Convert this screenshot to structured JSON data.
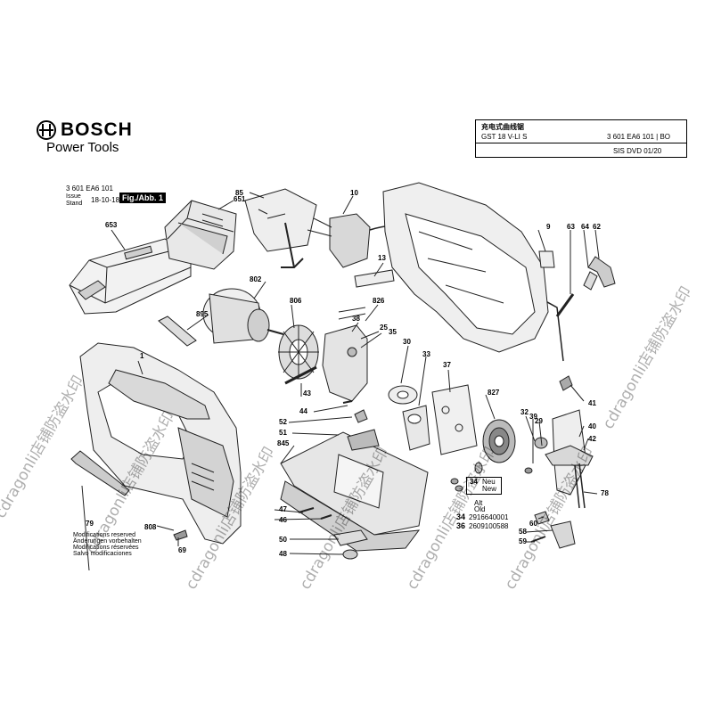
{
  "header": {
    "brand": "BOSCH",
    "subtitle": "Power Tools",
    "title_cn": "充电式曲线锯",
    "model": "GST 18 V-LI S",
    "doc_number": "3 601 EA6 101 | BO",
    "sis": "SIS DVD 01/20"
  },
  "meta": {
    "part_no": "3 601 EA6 101",
    "issue_label": "Issue",
    "stand_label": "Stand",
    "date": "18-10-18",
    "fig_label": "Fig./Abb. 1"
  },
  "notes": {
    "neu_no": "34",
    "neu_text_1": "Neu",
    "neu_text_2": "New",
    "alt_1": "Alt",
    "alt_2": "Old",
    "old_34": "34",
    "old_34_part": "2916640001",
    "old_36": "36",
    "old_36_part": "2609100588"
  },
  "modifications": [
    "Modifications reserved",
    "Änderungen vorbehalten",
    "Modifications réservées",
    "Salvo modificaciones"
  ],
  "watermark": "cdragonli店铺防盗水印",
  "callouts": [
    "85",
    "10",
    "651",
    "653",
    "9",
    "63",
    "64",
    "62",
    "802",
    "806",
    "895",
    "826",
    "38",
    "25",
    "35",
    "13",
    "30",
    "33",
    "37",
    "827",
    "1",
    "43",
    "44",
    "52",
    "51",
    "845",
    "47",
    "46",
    "50",
    "48",
    "808",
    "79",
    "69",
    "41",
    "40",
    "42",
    "32",
    "39",
    "29",
    "78",
    "60",
    "58",
    "59"
  ],
  "colors": {
    "ink": "#000000",
    "line": "#222222",
    "fill_light": "#f2f2f2",
    "fill_mid": "#cfcfcf",
    "fill_dark": "#6a6a6a",
    "watermark": "#555555"
  }
}
